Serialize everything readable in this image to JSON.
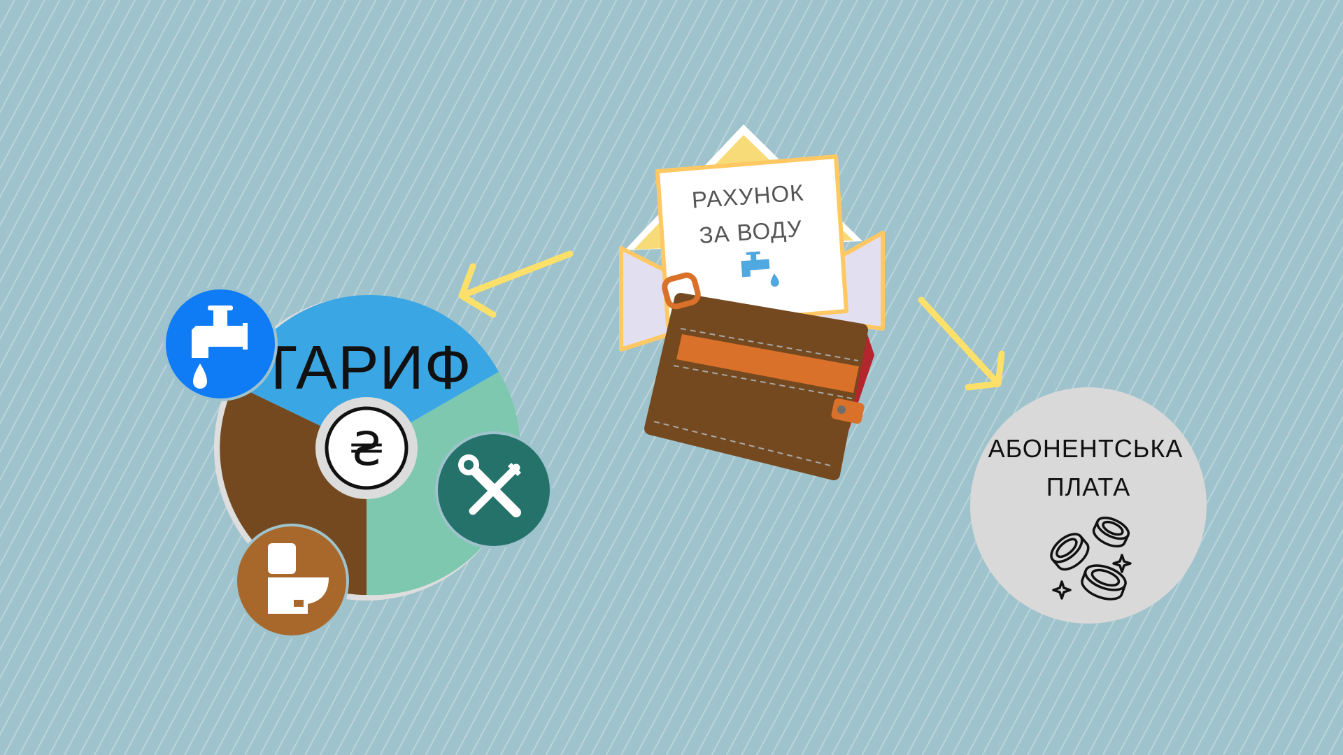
{
  "tariff": {
    "title": "ТАРИФ",
    "currency_symbol": "₴",
    "segments": [
      "water-supply",
      "drainage",
      "service"
    ],
    "colors": {
      "water": "#3aa6e3",
      "drainage": "#74491f",
      "service": "#7ec8b0",
      "water_icon_bg": "#0f7cf5",
      "drain_icon_bg": "#a8682c",
      "service_icon_bg": "#25726b"
    },
    "icons": [
      "faucet-icon",
      "toilet-icon",
      "tools-icon",
      "hryvnia-coin-icon"
    ]
  },
  "bill": {
    "line1": "РАХУНОК",
    "line2": "ЗА ВОДУ",
    "icons": [
      "envelope-icon",
      "wallet-icon",
      "faucet-icon"
    ]
  },
  "fee": {
    "line1": "АБОНЕНТСЬКА",
    "line2": "ПЛАТА",
    "icons": [
      "coins-icon"
    ]
  },
  "arrows": {
    "color": "#fde06a"
  }
}
